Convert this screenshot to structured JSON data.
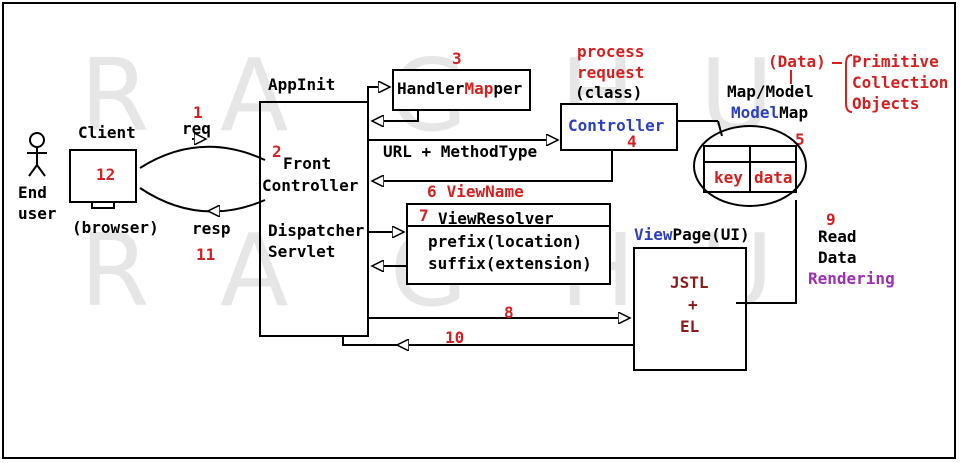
{
  "watermark": {
    "row1": [
      "R",
      "A",
      "G",
      "H",
      "U"
    ],
    "row2": [
      "R",
      "A",
      "G",
      "H",
      "U"
    ]
  },
  "end_user": {
    "line1": "End",
    "line2": "user"
  },
  "client": {
    "label": "Client",
    "browser_label": "(browser)"
  },
  "steps": {
    "s1": "1",
    "s2": "2",
    "s3": "3",
    "s4": "4",
    "s5": "5",
    "s6": "6",
    "s7": "7",
    "s8": "8",
    "s9": "9",
    "s10": "10",
    "s11": "11",
    "s12": "12"
  },
  "flow": {
    "req": "req",
    "resp": "resp",
    "url_method": "URL + MethodType",
    "viewname": "ViewName",
    "read": "Read",
    "data": "Data",
    "rendering": "Rendering"
  },
  "front": {
    "appinit": "AppInit",
    "line1": "Front",
    "line2": "Controller",
    "line3": "Dispatcher",
    "line4": "Servlet"
  },
  "handler": {
    "part1": "Handler",
    "part2": "Map",
    "part3": "per"
  },
  "controller": {
    "note1": "process",
    "note2": "request",
    "class_label": "(class)",
    "label": "Controller"
  },
  "model": {
    "data_label": "(Data)",
    "map_model": "Map/Model",
    "modelmap_a": "Model",
    "modelmap_b": "Map",
    "key": "key",
    "data": "data",
    "kinds": [
      "Primitive",
      "Collection",
      "Objects"
    ]
  },
  "resolver": {
    "title": "ViewResolver",
    "prefix": "prefix(location)",
    "suffix": "suffix(extension)"
  },
  "view": {
    "label_a": "View",
    "label_b": "Page(UI)",
    "jstl": "JSTL",
    "plus": "+",
    "el": "EL"
  },
  "colors": {
    "step_red": "#d42020",
    "controller_blue": "#2b3fbf",
    "view_darkred": "#8b1a1a",
    "rendering_purple": "#9b30b0",
    "watermark_gray": "#e6e6e6"
  }
}
